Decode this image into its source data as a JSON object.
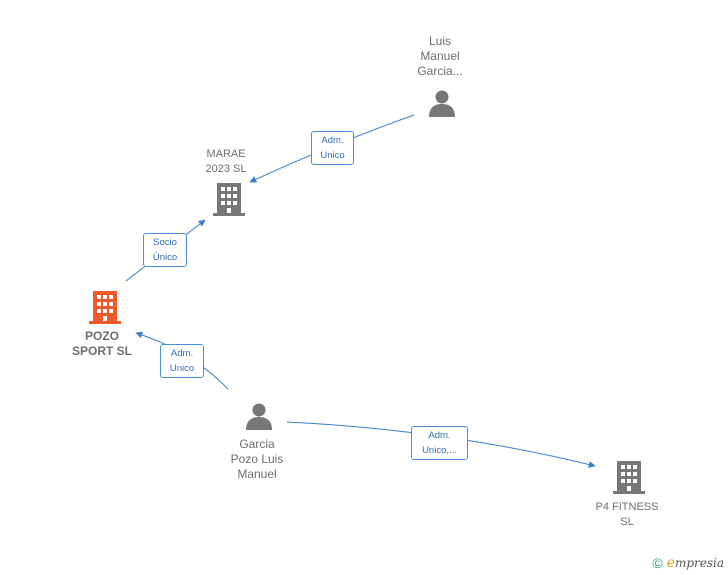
{
  "nodes": {
    "pozo_sport": {
      "lines": [
        "POZO",
        "SPORT  SL"
      ],
      "type": "company",
      "color": "#f05a2a"
    },
    "marae": {
      "lines": [
        "MARAE",
        "2023  SL"
      ],
      "type": "company",
      "color": "#777777"
    },
    "p4_fitness": {
      "lines": [
        "P4 FITNESS",
        "SL"
      ],
      "type": "company",
      "color": "#777777"
    },
    "luis_manuel": {
      "lines": [
        "Luis",
        "Manuel",
        "Garcia..."
      ],
      "type": "person",
      "color": "#777777"
    },
    "garcia_pozo": {
      "lines": [
        "Garcia",
        "Pozo Luis",
        "Manuel"
      ],
      "type": "person",
      "color": "#777777"
    }
  },
  "edges": {
    "luis_to_marae": {
      "lines": [
        "Adm.",
        "Unico"
      ]
    },
    "pozo_to_marae": {
      "lines": [
        "Socio",
        "Único"
      ]
    },
    "garcia_to_pozo": {
      "lines": [
        "Adm.",
        "Unico"
      ]
    },
    "garcia_to_p4": {
      "lines": [
        "Adm.",
        "Unico,..."
      ]
    }
  },
  "edge_color": "#3a7fd0",
  "brand": {
    "copyright": "©",
    "initial": "e",
    "name": "mpresia"
  }
}
